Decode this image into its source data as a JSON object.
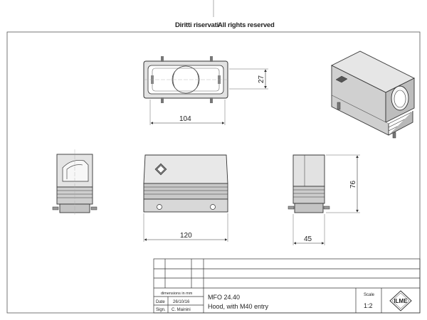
{
  "header": {
    "rights_it": "Diritti riservati",
    "rights_en": "All rights reserved"
  },
  "dimensions": {
    "top_width": "104",
    "top_height": "27",
    "front_width": "120",
    "side_width": "45",
    "side_height": "76"
  },
  "title_block": {
    "units_label": "dimensions in mm",
    "date_label": "Date",
    "date_value": "26/10/16",
    "sign_label": "Sign.",
    "sign_value": "C. Mainini",
    "code": "MFO 24.40",
    "description": "Hood, with M40 entry",
    "scale_label": "Scale",
    "scale_value": "1:2",
    "logo_text": "ILME"
  },
  "colors": {
    "line": "#333333",
    "body_fill": "#d6d6d6",
    "dark_fill": "#4a4a4a"
  }
}
